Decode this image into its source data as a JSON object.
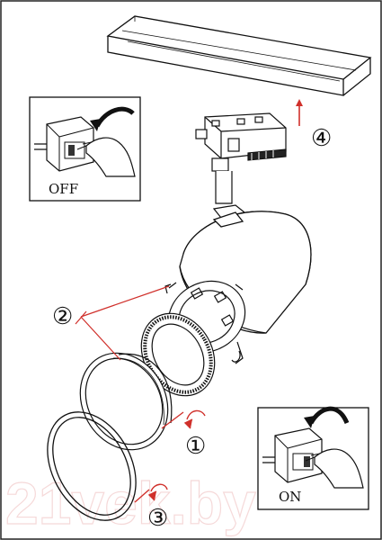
{
  "labels": {
    "off": "OFF",
    "on": "ON"
  },
  "steps": {
    "one": "①",
    "two": "②",
    "three": "③",
    "four": "④"
  },
  "watermark": "21vek.by",
  "colors": {
    "line": "#111111",
    "arrow_red": "#d0302b",
    "watermark": "#f2c9c9"
  }
}
